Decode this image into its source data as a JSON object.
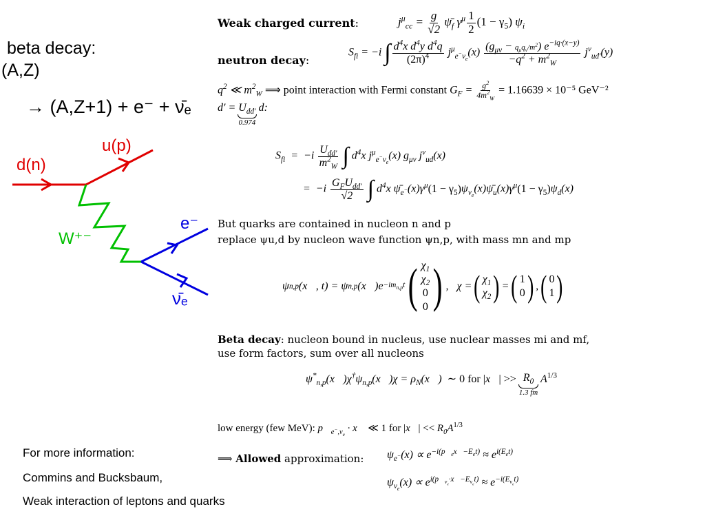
{
  "left": {
    "title_line1": "beta decay:",
    "title_line2": "(A,Z)",
    "reaction": "→ (A,Z+1) + e⁻ + ν̄ₑ",
    "diagram": {
      "quark_in": "d(n)",
      "quark_out": "u(p)",
      "boson": "W⁺⁻",
      "lepton": "e⁻",
      "antineutrino": "ν̄ₑ"
    },
    "info_line1": "For more information:",
    "info_line2": "Commins and Bucksbaum,",
    "info_line3": "Weak interaction of leptons and quarks"
  },
  "right": {
    "wcc_label": "Weak charged current",
    "neutron_label": "neutron decay",
    "point_text": "point interaction with Fermi constant",
    "gf_value": "= 1.16639 × 10⁻⁵ GeV⁻²",
    "ud_value": "0.974",
    "quark_text1": "But quarks are contained in nucleon n and p",
    "quark_text2": "replace ψu,d by nucleon wave function ψn,p, with mass mn and mp",
    "beta_label": "Beta decay",
    "beta_text1": ": nucleon bound in nucleus, use nuclear masses mi and mf,",
    "beta_text2": "use form factors, sum over all nucleons",
    "r0_value": "1.3 fm",
    "lowenergy_text": "low energy (few MeV):",
    "allowed_label": "Allowed",
    "allowed_text": "approximation:"
  },
  "colors": {
    "quark": "#e00000",
    "boson": "#00c000",
    "lepton": "#0000e0"
  }
}
